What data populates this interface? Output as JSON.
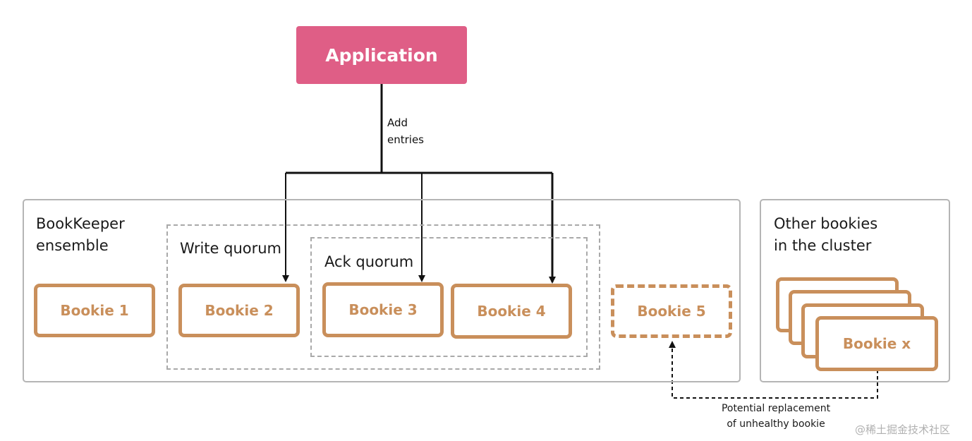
{
  "application": {
    "label": "Application"
  },
  "edge": {
    "line1": "Add",
    "line2": "entries"
  },
  "ensemble": {
    "label_line1": "BookKeeper",
    "label_line2": "ensemble",
    "write_quorum_label": "Write quorum",
    "ack_quorum_label": "Ack quorum",
    "bookies": [
      "Bookie 1",
      "Bookie 2",
      "Bookie 3",
      "Bookie 4",
      "Bookie 5"
    ]
  },
  "cluster": {
    "label_line1": "Other bookies",
    "label_line2": "in the cluster",
    "front_bookie": "Bookie x"
  },
  "replacement_note": {
    "line1": "Potential  replacement",
    "line2": "of unhealthy bookie"
  },
  "watermark": "@稀土掘金技术社区",
  "colors": {
    "application": "#df5e86",
    "bookie": "#c98f5b",
    "group_border": "#b5b5b5",
    "quorum_border": "#a9a9a9"
  }
}
